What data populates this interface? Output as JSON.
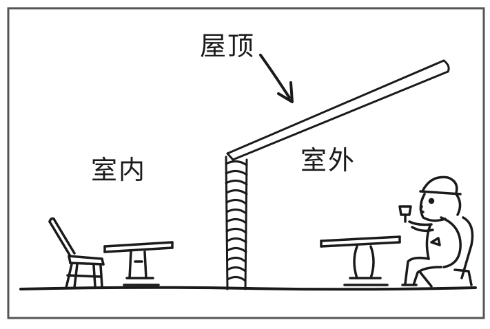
{
  "diagram": {
    "labels": {
      "roof": "屋顶",
      "indoor": "室内",
      "outdoor": "室外"
    },
    "colors": {
      "ink": "#1a1a1a",
      "frame": "#555555",
      "background": "#ffffff"
    }
  }
}
